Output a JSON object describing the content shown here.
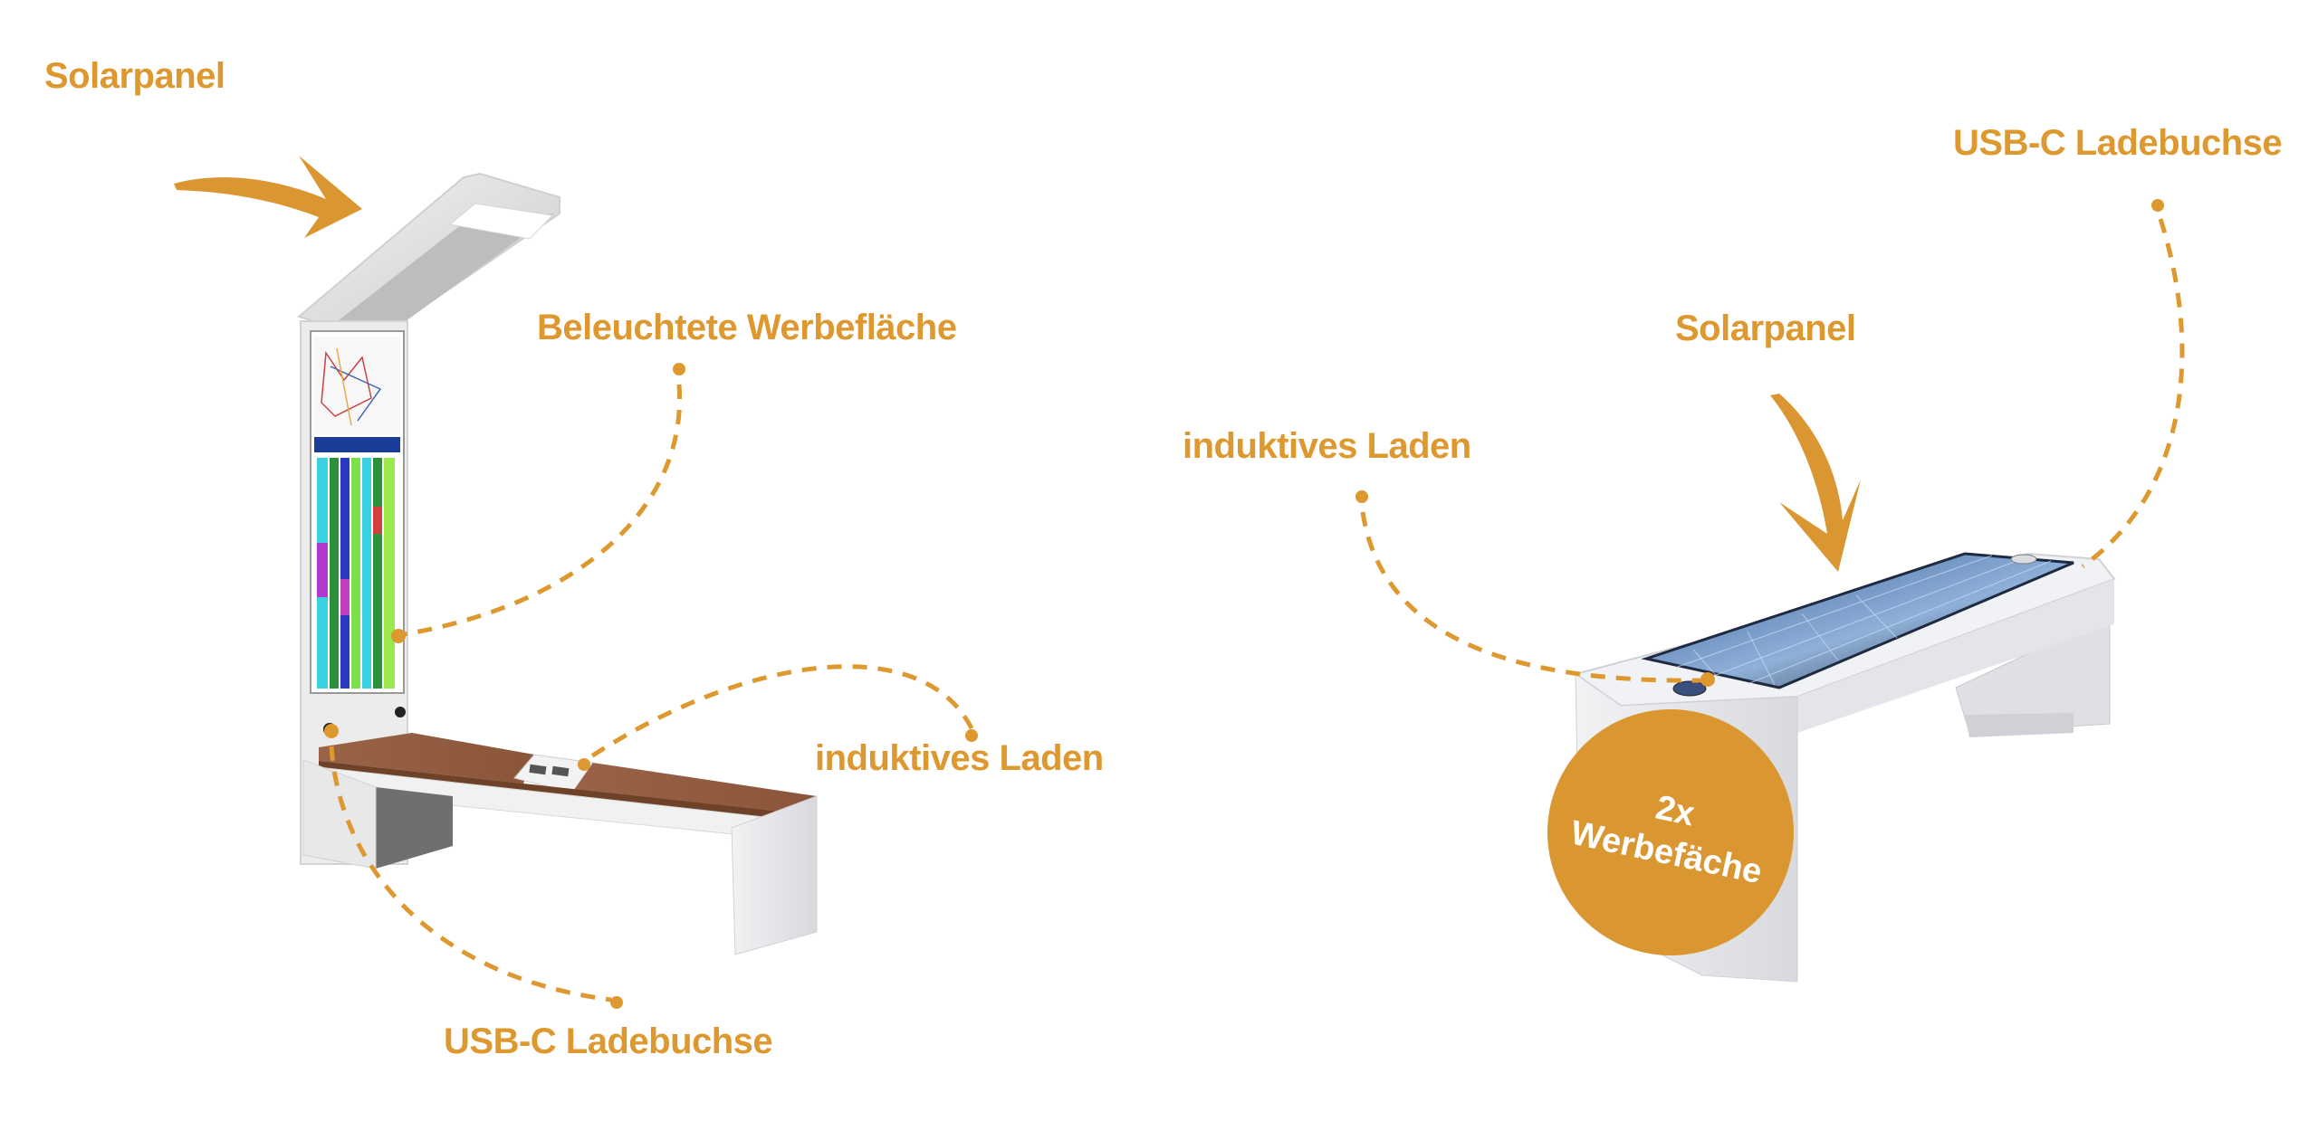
{
  "colors": {
    "accent": "#DD982F",
    "badge": "#DA9630",
    "badge_text": "#FFFFFF",
    "wood": "#8E5A3E",
    "bench_white": "#EDEDED",
    "solar_blue": "#4D6FA3",
    "background": "#FFFFFF"
  },
  "left_bench": {
    "description": "Smart bench with lamp mast and illuminated advertising panel",
    "labels": {
      "solar": "Solarpanel",
      "illuminated_ad": "Beleuchtete Werbefläche",
      "inductive": "induktives Laden",
      "usb": "USB-C Ladebuchse"
    },
    "icons": {
      "solar_arrow": "hand-drawn-arrow-right-icon"
    }
  },
  "right_bench": {
    "description": "Smart bench with integrated solar panel top",
    "labels": {
      "solar": "Solarpanel",
      "inductive": "induktives Laden",
      "usb": "USB-C Ladebuchse"
    },
    "badge": {
      "line1": "2x",
      "line2": "Werbefäche"
    },
    "icons": {
      "solar_arrow": "hand-drawn-arrow-down-icon"
    }
  }
}
